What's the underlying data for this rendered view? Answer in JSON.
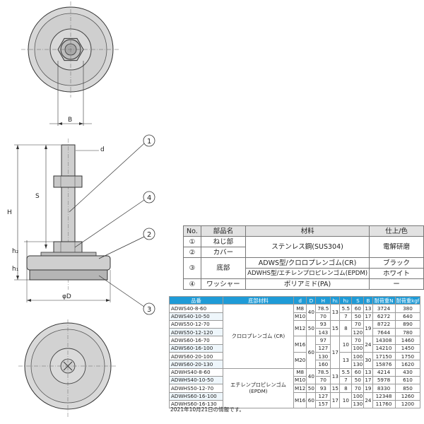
{
  "drawing": {
    "labels": {
      "B": "B",
      "d": "d",
      "S": "S",
      "H": "H",
      "h2": "h₂",
      "h1": "h₁",
      "D": "φD",
      "callouts": [
        "1",
        "4",
        "2",
        "3"
      ]
    }
  },
  "parts_table": {
    "headers": [
      "No.",
      "部品名",
      "材料",
      "仕上/色"
    ],
    "rows": [
      {
        "no": "①",
        "name": "ねじ部",
        "material": "ステンレス鋼(SUS304)",
        "finish": "電解研磨"
      },
      {
        "no": "②",
        "name": "カバー",
        "material": "",
        "finish": ""
      },
      {
        "no": "③",
        "name": "底部",
        "material": "ADWS型/クロロプレンゴム(CR)",
        "finish": "ブラック"
      },
      {
        "no": "",
        "name": "",
        "material": "ADWHS型/エチレンプロピレンゴム(EPDM)",
        "finish": "ホワイト"
      },
      {
        "no": "④",
        "name": "ワッシャー",
        "material": "ポリアミド(PA)",
        "finish": "ー"
      }
    ]
  },
  "spec_table": {
    "headers": [
      "品番",
      "底部材料",
      "d",
      "D",
      "H",
      "h₁",
      "h₂",
      "S",
      "B",
      "耐荷重N",
      "耐荷重kgf"
    ],
    "material_cr": "クロロプレンゴム (CR)",
    "material_epdm_1": "エチレンプロピレンゴム",
    "material_epdm_2": "(EPDM)",
    "rows": [
      {
        "model": "ADWS40-8-60",
        "d": "M8",
        "D": "40",
        "H": "78.5",
        "h1": "13",
        "h2": "5.5",
        "S": "60",
        "B": "13",
        "n": "3724",
        "kgf": "380"
      },
      {
        "model": "ADWS40-10-50",
        "d": "M10",
        "D": "",
        "H": "70",
        "h1": "",
        "h2": "7",
        "S": "50",
        "B": "17",
        "n": "6272",
        "kgf": "640"
      },
      {
        "model": "ADWS50-12-70",
        "d": "M12",
        "D": "50",
        "H": "93",
        "h1": "15",
        "h2": "8",
        "S": "70",
        "B": "19",
        "n": "8722",
        "kgf": "890"
      },
      {
        "model": "ADWS50-12-120",
        "d": "",
        "D": "",
        "H": "143",
        "h1": "",
        "h2": "",
        "S": "120",
        "B": "",
        "n": "7644",
        "kgf": "780"
      },
      {
        "model": "ADWS60-16-70",
        "d": "M16",
        "D": "60",
        "H": "97",
        "h1": "17",
        "h2": "10",
        "S": "70",
        "B": "24",
        "n": "14308",
        "kgf": "1460"
      },
      {
        "model": "ADWS60-16-100",
        "d": "",
        "D": "",
        "H": "127",
        "h1": "",
        "h2": "",
        "S": "100",
        "B": "",
        "n": "14210",
        "kgf": "1450"
      },
      {
        "model": "ADWS60-20-100",
        "d": "M20",
        "D": "",
        "H": "130",
        "h1": "",
        "h2": "13",
        "S": "100",
        "B": "30",
        "n": "17150",
        "kgf": "1750"
      },
      {
        "model": "ADWS60-20-130",
        "d": "",
        "D": "",
        "H": "160",
        "h1": "",
        "h2": "",
        "S": "130",
        "B": "",
        "n": "15876",
        "kgf": "1620"
      },
      {
        "model": "ADWHS40-8-60",
        "d": "M8",
        "D": "40",
        "H": "78.5",
        "h1": "13",
        "h2": "5.5",
        "S": "60",
        "B": "13",
        "n": "4214",
        "kgf": "430"
      },
      {
        "model": "ADWHS40-10-50",
        "d": "M10",
        "D": "",
        "H": "70",
        "h1": "",
        "h2": "7",
        "S": "50",
        "B": "17",
        "n": "5978",
        "kgf": "610"
      },
      {
        "model": "ADWHS50-12-70",
        "d": "M12",
        "D": "50",
        "H": "93",
        "h1": "15",
        "h2": "8",
        "S": "70",
        "B": "19",
        "n": "8330",
        "kgf": "850"
      },
      {
        "model": "ADWHS60-16-100",
        "d": "M16",
        "D": "60",
        "H": "127",
        "h1": "17",
        "h2": "10",
        "S": "100",
        "B": "24",
        "n": "12348",
        "kgf": "1260"
      },
      {
        "model": "ADWHS60-16-130",
        "d": "",
        "D": "",
        "H": "157",
        "h1": "",
        "h2": "",
        "S": "130",
        "B": "",
        "n": "11760",
        "kgf": "1200"
      }
    ],
    "note": "2021年10月21日の情報です。"
  }
}
